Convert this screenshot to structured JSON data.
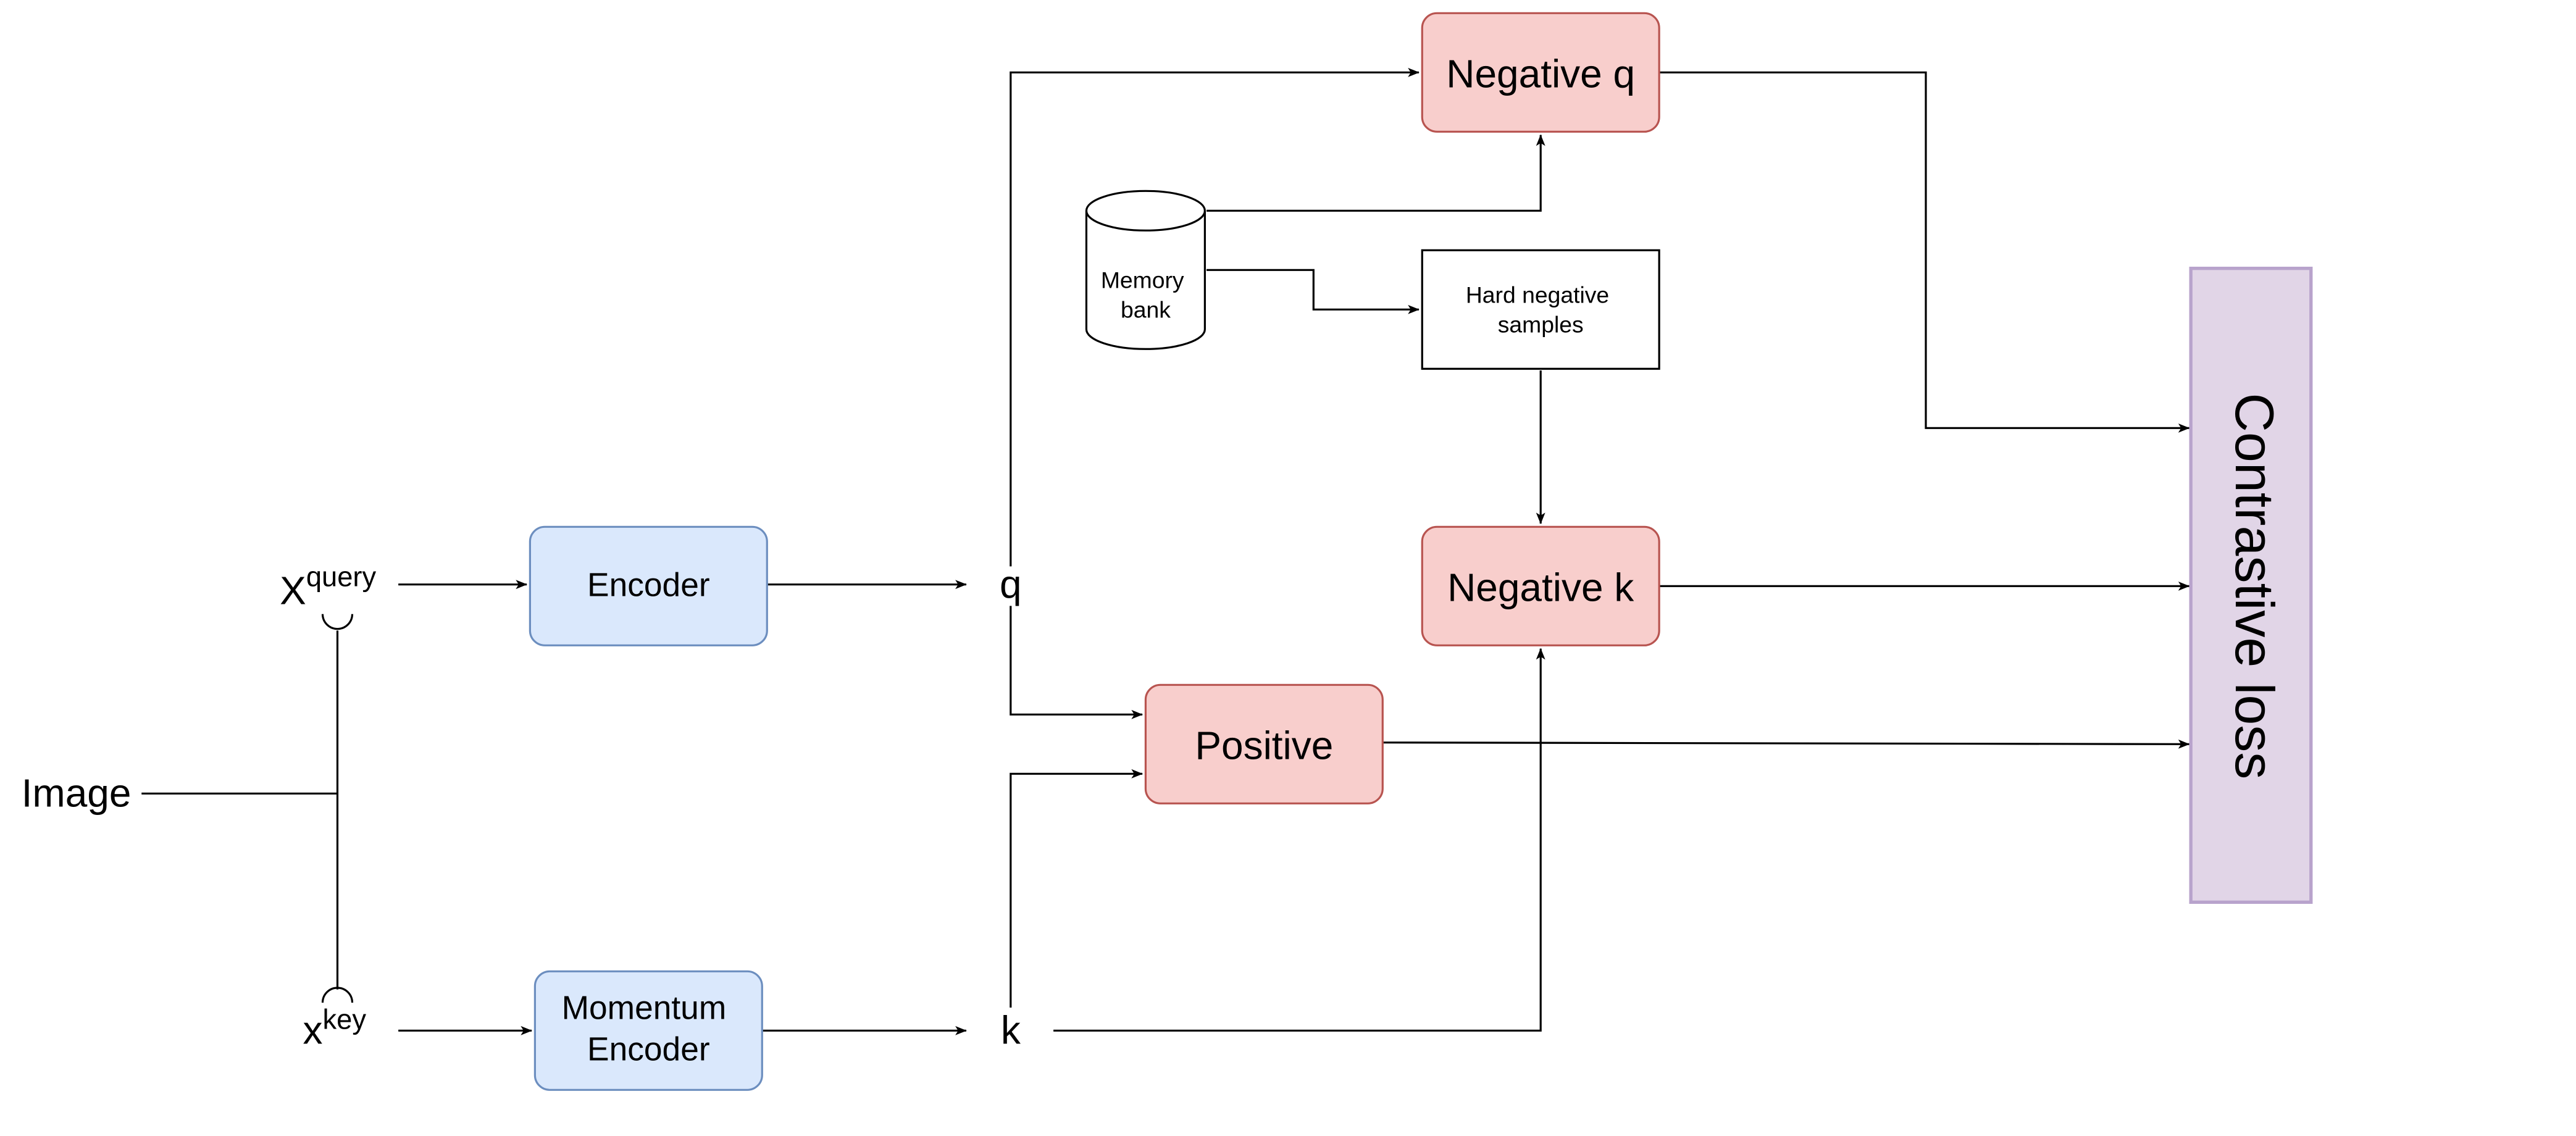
{
  "diagram": {
    "image_label": "Image",
    "x_query": {
      "base": "X",
      "sup": "query"
    },
    "x_key": {
      "base": "x",
      "sup": "key"
    },
    "encoder": "Encoder",
    "momentum_encoder": {
      "line1": "Momentum",
      "line2": "Encoder"
    },
    "q": "q",
    "k": "k",
    "memory_bank": {
      "line1": "Memory",
      "line2": "bank"
    },
    "hard_negative": {
      "line1": "Hard negative",
      "line2": "samples"
    },
    "negative_q": "Negative q",
    "negative_k": "Negative k",
    "positive": "Positive",
    "contrastive_loss": "Contrastive loss",
    "colors": {
      "encoder_fill": "#dae8fc",
      "encoder_stroke": "#6c8ebf",
      "sample_fill": "#f8cecc",
      "sample_stroke": "#b85450",
      "loss_fill": "#e1d5e7",
      "loss_stroke": "#b8a3cc"
    }
  }
}
